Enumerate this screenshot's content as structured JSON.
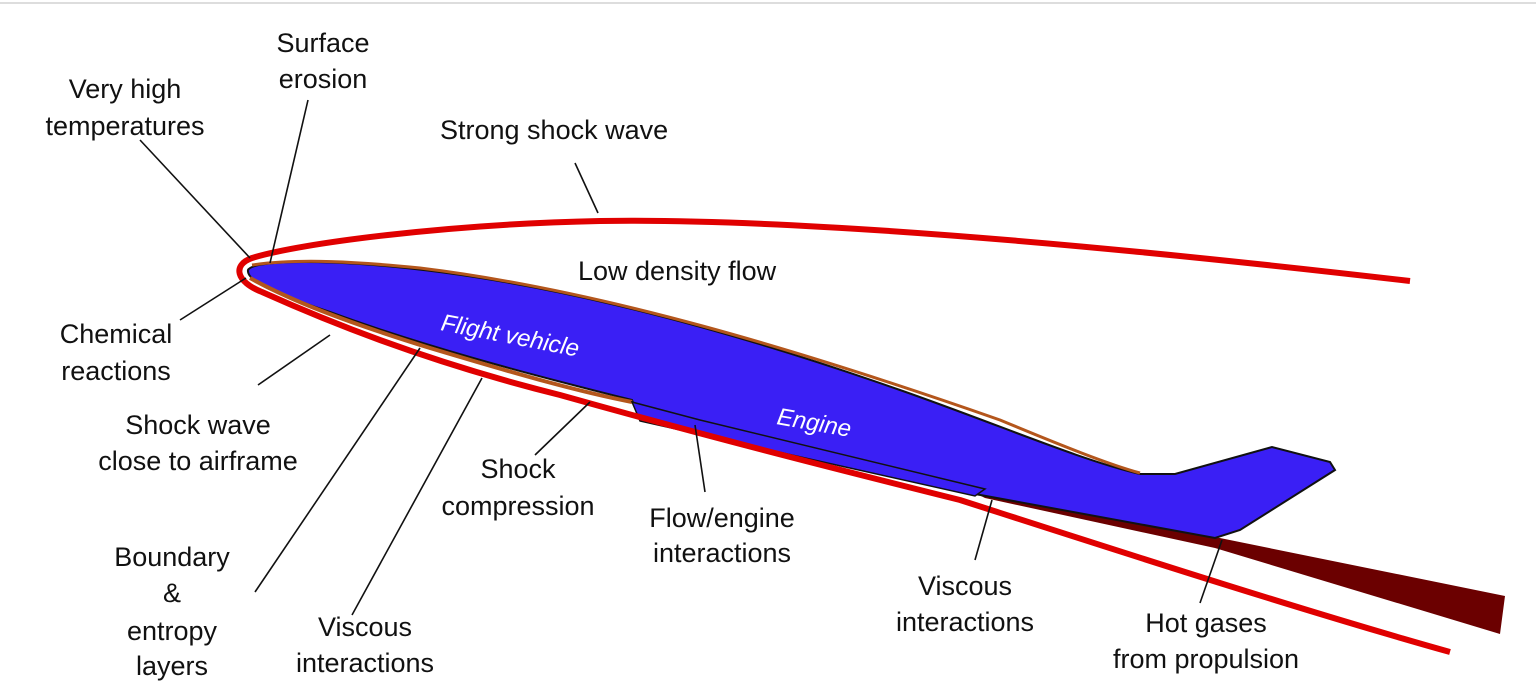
{
  "colors": {
    "vehicle": "#3a1ff5",
    "boundary_layer": "#b4561c",
    "shock": "#e00000",
    "hot_gas": "#6b0000",
    "text": "#111111"
  },
  "labels": {
    "very_high_temperatures": [
      "Very high",
      "temperatures"
    ],
    "surface_erosion": [
      "Surface",
      "erosion"
    ],
    "strong_shock_wave": "Strong shock wave",
    "low_density_flow": "Low density flow",
    "chemical_reactions": [
      "Chemical",
      "reactions"
    ],
    "shock_wave_close": [
      "Shock wave",
      "close to airframe"
    ],
    "boundary_entropy": [
      "Boundary",
      "&",
      "entropy",
      "layers"
    ],
    "viscous_left": [
      "Viscous",
      "interactions"
    ],
    "shock_compression": [
      "Shock",
      "compression"
    ],
    "flow_engine": [
      "Flow/engine",
      "interactions"
    ],
    "viscous_right": [
      "Viscous",
      "interactions"
    ],
    "hot_gases": [
      "Hot gases",
      "from propulsion"
    ],
    "flight_vehicle": "Flight vehicle",
    "engine": "Engine"
  }
}
